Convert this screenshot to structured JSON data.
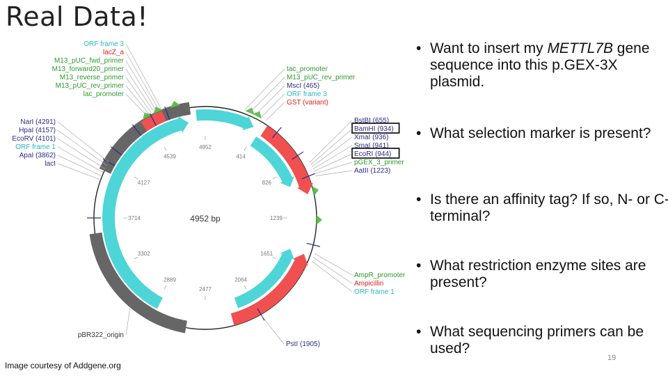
{
  "slide": {
    "title": "Real Data!",
    "credit": "Image courtesy of Addgene.org",
    "page_number": "19"
  },
  "bullets": [
    {
      "pre": "Want to insert my ",
      "em": "METTL7B",
      "post": " gene sequence into this p.GEX-3X plasmid."
    },
    {
      "pre": "What selection marker is present?",
      "em": "",
      "post": ""
    },
    {
      "pre": "Is there an affinity tag?  If so, N- or C- terminal?",
      "em": "",
      "post": ""
    },
    {
      "pre": "What restriction enzyme sites are present?",
      "em": "",
      "post": ""
    },
    {
      "pre": "What sequencing primers can be used?",
      "em": "",
      "post": ""
    }
  ],
  "plasmid": {
    "center_label": "4952 bp",
    "total_bp": 4952,
    "ticks": [
      "4952",
      "414",
      "826",
      "1239",
      "1651",
      "2064",
      "2477",
      "2889",
      "3302",
      "3714",
      "4127",
      "4539"
    ],
    "features": {
      "lacI": {
        "name": "lacI",
        "color": "#4dd5d8"
      },
      "gst": {
        "name": "GST (variant)",
        "color": "#f05050"
      },
      "ampr": {
        "name": "Ampicillin",
        "color": "#f05050"
      },
      "origin": {
        "name": "pBR322_origin",
        "color": "#666666"
      }
    },
    "labels_left": [
      {
        "text": "ORF frame 3",
        "color": "#29b6c4"
      },
      {
        "text": "lacZ_a",
        "color": "#e02020"
      },
      {
        "text": "M13_pUC_fwd_primer",
        "color": "#2c9a2c"
      },
      {
        "text": "M13_forward20_primer",
        "color": "#2c9a2c"
      },
      {
        "text": "M13_reverse_primer",
        "color": "#2c9a2c"
      },
      {
        "text": "M13_pUC_rev_primer",
        "color": "#2c9a2c"
      },
      {
        "text": "lac_promoter",
        "color": "#2c9a2c"
      }
    ],
    "labels_left_mid": [
      {
        "text": "NarI (4291)",
        "color": "#2a2a8a"
      },
      {
        "text": "HpaI (4157)",
        "color": "#2a2a8a"
      },
      {
        "text": "EcoRV (4101)",
        "color": "#2a2a8a"
      },
      {
        "text": "ORF frame 1",
        "color": "#29b6c4"
      },
      {
        "text": "ApaI (3862)",
        "color": "#2a2a8a"
      },
      {
        "text": "lacI",
        "color": "#2a2a8a"
      }
    ],
    "labels_right_top": [
      {
        "text": "tac_promoter",
        "color": "#2c9a2c"
      },
      {
        "text": "M13_pUC_rev_primer",
        "color": "#2c9a2c"
      },
      {
        "text": "MscI (465)",
        "color": "#2a2a8a"
      },
      {
        "text": "ORF frame 3",
        "color": "#29b6c4"
      },
      {
        "text": "GST (variant)",
        "color": "#e02020"
      }
    ],
    "labels_right_sites": [
      {
        "text": "BstBI (655)",
        "color": "#2a2a8a",
        "boxed": false
      },
      {
        "text": "BamHI (934)",
        "color": "#2a2a8a",
        "boxed": true
      },
      {
        "text": "XmaI (936)",
        "color": "#2a2a8a",
        "boxed": false
      },
      {
        "text": "SmaI (941)",
        "color": "#2a2a8a",
        "boxed": false
      },
      {
        "text": "EcoRI (944)",
        "color": "#2a2a8a",
        "boxed": true
      },
      {
        "text": "pGEX_3_primer",
        "color": "#2c9a2c",
        "boxed": false
      },
      {
        "text": "AatII (1223)",
        "color": "#2a2a8a",
        "boxed": false
      }
    ],
    "labels_right_bottom": [
      {
        "text": "AmpR_promoter",
        "color": "#2c9a2c"
      },
      {
        "text": "Ampicillin",
        "color": "#e02020"
      },
      {
        "text": "ORF frame 1",
        "color": "#29b6c4"
      }
    ],
    "label_origin": {
      "text": "pBR322_origin",
      "color": "#333333"
    },
    "label_psti": {
      "text": "PstI (1905)",
      "color": "#2a2a8a"
    }
  }
}
